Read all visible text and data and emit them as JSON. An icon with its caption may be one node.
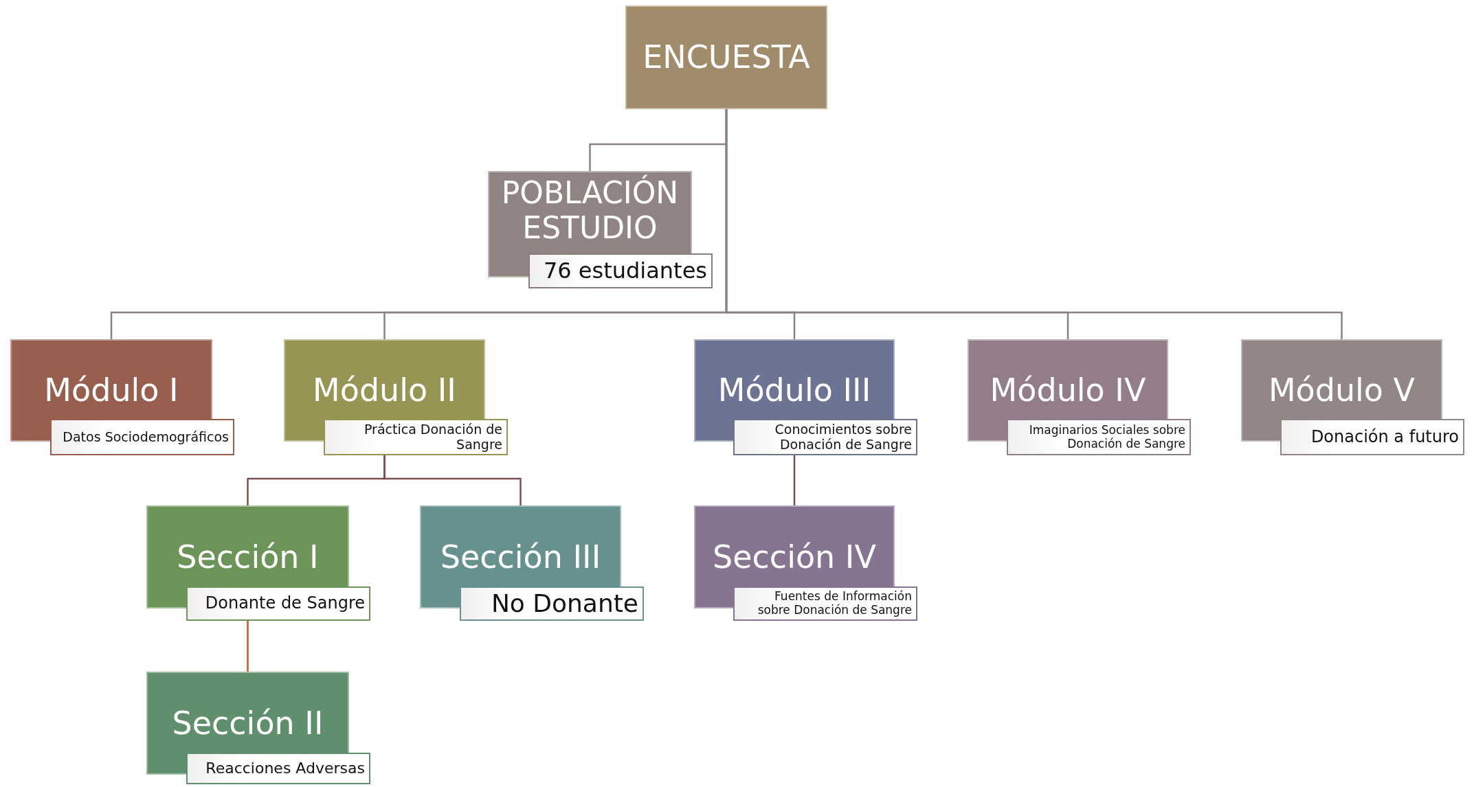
{
  "diagram": {
    "nodes": [
      {
        "text": [
          "ENCUESTA"
        ]
      },
      {
        "text": [
          "POBLACIÓN ESTUDIO",
          "76 estudiantes"
        ]
      },
      {
        "text": [
          "Módulo I",
          "Datos Sociodemográficos"
        ]
      },
      {
        "text": [
          "Módulo II",
          "Práctica Donación de Sangre"
        ]
      },
      {
        "text": [
          "Módulo III",
          "Conocimientos sobre Donación de Sangre"
        ]
      },
      {
        "text": [
          "Módulo IV",
          "Imaginarios Sociales sobre Donación de Sangre"
        ]
      },
      {
        "text": [
          "Módulo V",
          "Donación a futuro"
        ]
      },
      {
        "text": [
          "Sección I",
          "Donante de Sangre"
        ]
      },
      {
        "text": [
          "Sección III",
          "No Donante"
        ]
      },
      {
        "text": [
          "Sección IV",
          "Fuentes de Información sobre Donación de Sangre"
        ]
      },
      {
        "text": [
          "Sección II",
          "Reacciones Adversas"
        ]
      }
    ],
    "edges": [
      {
        "from": 0,
        "to": 1,
        "arrow": "none"
      },
      {
        "from": 0,
        "to": 2,
        "arrow": "none"
      },
      {
        "from": 0,
        "to": 3,
        "arrow": "none"
      },
      {
        "from": 0,
        "to": 4,
        "arrow": "none"
      },
      {
        "from": 0,
        "to": 5,
        "arrow": "none"
      },
      {
        "from": 0,
        "to": 6,
        "arrow": "none"
      },
      {
        "from": 3,
        "to": 7,
        "arrow": "none",
        "color": "#7b4f4f"
      },
      {
        "from": 3,
        "to": 8,
        "arrow": "none",
        "color": "#7b4f4f"
      },
      {
        "from": 7,
        "to": 10,
        "arrow": "none",
        "color": "#c4592f"
      },
      {
        "from": 4,
        "to": 9,
        "arrow": "none",
        "color": "#7b4f4f"
      }
    ]
  }
}
